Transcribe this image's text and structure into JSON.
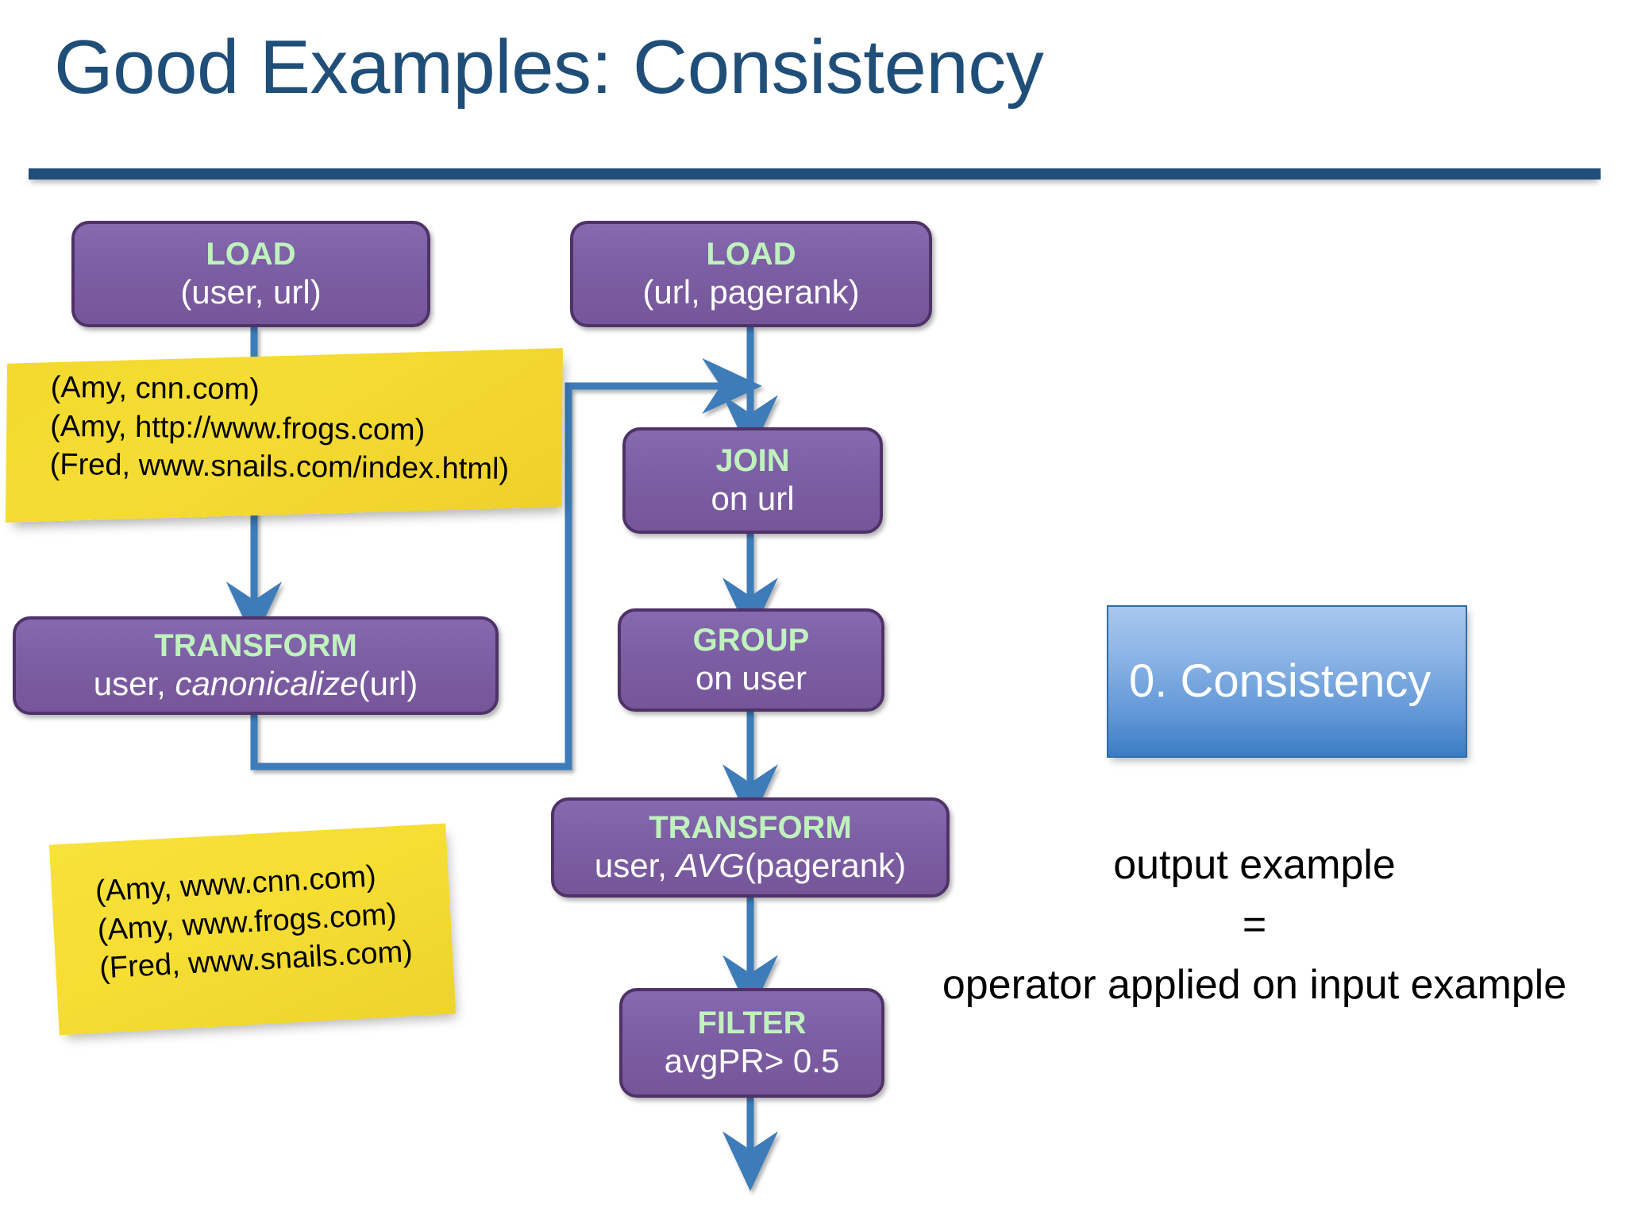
{
  "slide": {
    "title": "Good Examples: Consistency",
    "accent_color": "#1F4E79",
    "operator_box_color": "#7C5EA4",
    "operator_title_color": "#BFF2BC",
    "connector_color": "#3E7CB9",
    "sticky_color": "#F4DA2E",
    "callout_color": "#5E95D6"
  },
  "operators": {
    "load_user_url": {
      "title": "LOAD",
      "sub": "(user, url)"
    },
    "load_url_pr": {
      "title": "LOAD",
      "sub": "(url, pagerank)"
    },
    "transform_canon": {
      "title": "TRANSFORM",
      "sub_pre": "user, ",
      "sub_em": "canonicalize",
      "sub_post": "(url)"
    },
    "join_on_url": {
      "title": "JOIN",
      "sub": "on url"
    },
    "group_on_user": {
      "title": "GROUP",
      "sub": "on user"
    },
    "transform_avg": {
      "title": "TRANSFORM",
      "sub_pre": "user, ",
      "sub_em": "AVG",
      "sub_post": "(pagerank)"
    },
    "filter_avgpr": {
      "title": "FILTER",
      "sub": "avgPR> 0.5"
    }
  },
  "sticky_input": {
    "lines": [
      "(Amy, cnn.com)",
      "(Amy, http://www.frogs.com)",
      "(Fred, www.snails.com/index.html)"
    ]
  },
  "sticky_output": {
    "lines": [
      "(Amy, www.cnn.com)",
      "(Amy, www.frogs.com)",
      "(Fred, www.snails.com)"
    ]
  },
  "callout": {
    "label": "0. Consistency"
  },
  "legend": {
    "line1": "output example",
    "line2": "=",
    "line3": "operator applied on input example"
  }
}
